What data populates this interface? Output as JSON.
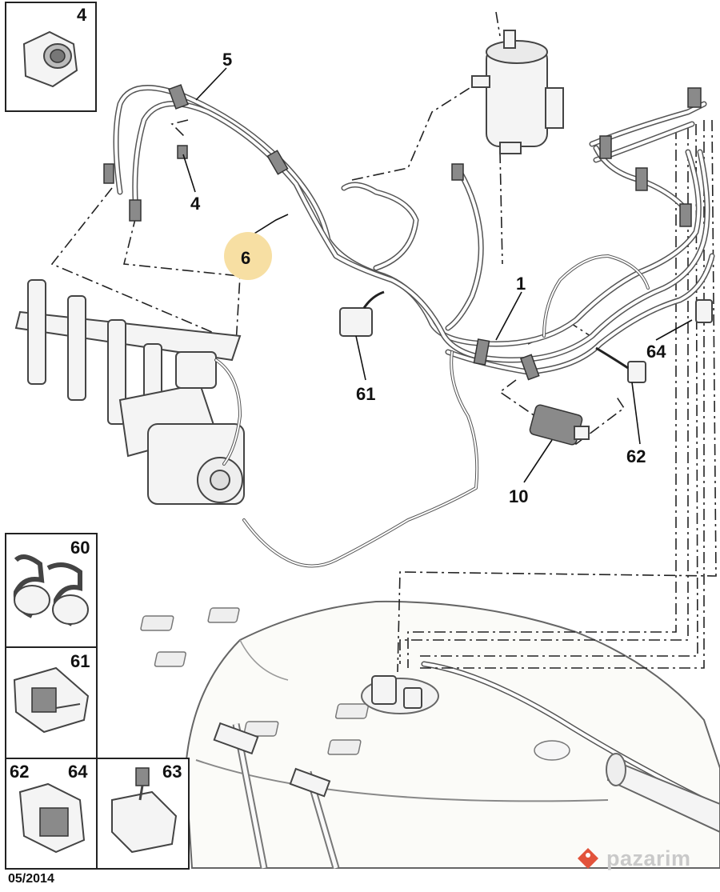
{
  "callouts": {
    "c5": "5",
    "c4": "4",
    "c6": "6",
    "c1": "1",
    "c61": "61",
    "c64": "64",
    "c62": "62",
    "c10": "10"
  },
  "insets": {
    "i4": "4",
    "i60": "60",
    "i61": "61",
    "i62": "62",
    "i64": "64",
    "i63": "63"
  },
  "date": "05/2014",
  "watermark": "pazarim",
  "colors": {
    "highlight": "#f7dfa3",
    "watermark": "#c9c9c9",
    "watermark_icon": "#e2533b"
  }
}
